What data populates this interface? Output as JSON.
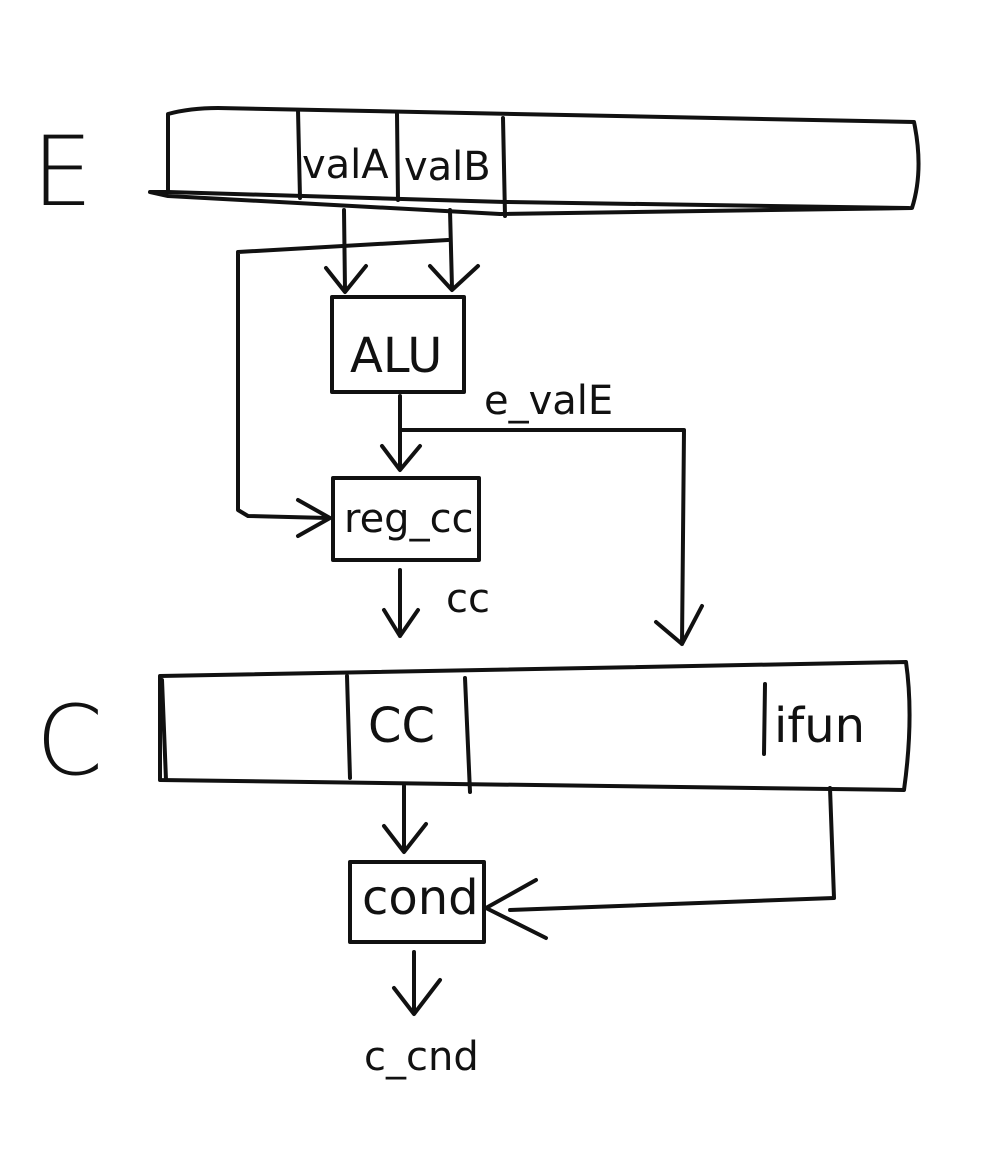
{
  "stages": {
    "execute": {
      "label": "E",
      "fields": [
        "valA",
        "valB"
      ]
    },
    "condition": {
      "label": "C",
      "fields": [
        "CC",
        "ifun"
      ]
    }
  },
  "blocks": {
    "alu": "ALU",
    "reg_cc": "reg_cc",
    "cond": "cond"
  },
  "signals": {
    "e_valE": "e_valE",
    "cc": "cc",
    "c_cnd": "c_cnd"
  },
  "colors": {
    "ink": "#111111",
    "background": "#ffffff"
  }
}
